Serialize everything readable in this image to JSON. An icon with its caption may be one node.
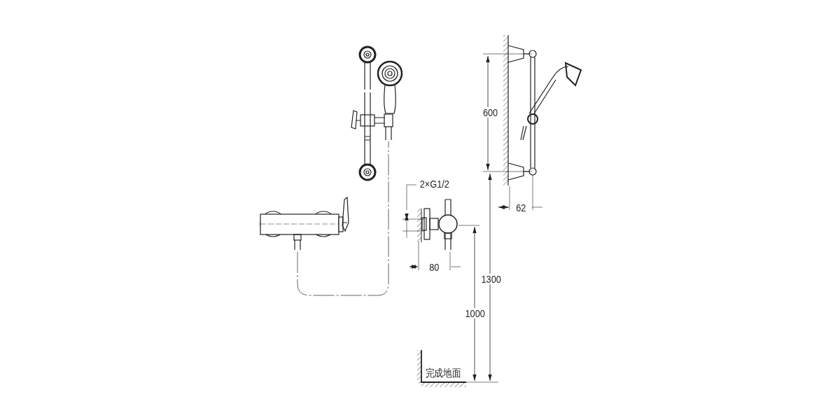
{
  "diagram": {
    "labels": [
      "600",
      "2×G1/2",
      "62",
      "80",
      "1300",
      "1000",
      "完成地面"
    ]
  }
}
